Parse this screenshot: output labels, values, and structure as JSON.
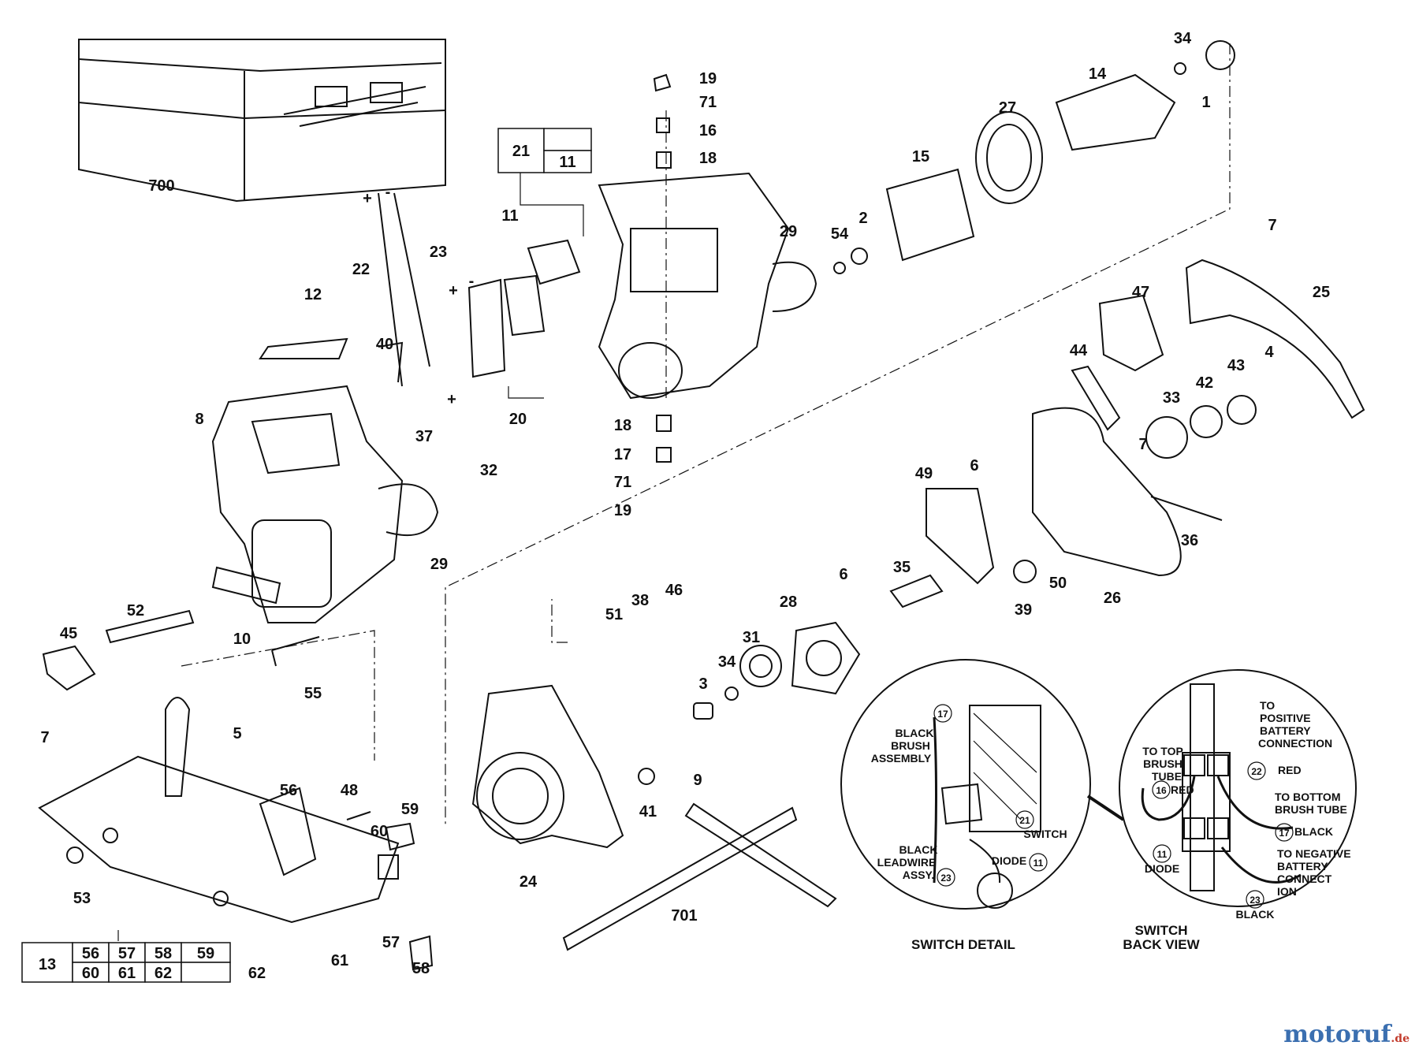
{
  "diagram": {
    "callouts": [
      {
        "id": "c700",
        "text": "700"
      },
      {
        "id": "c21",
        "text": "21"
      },
      {
        "id": "c11a",
        "text": "11"
      },
      {
        "id": "c11b",
        "text": "11"
      },
      {
        "id": "c19a",
        "text": "19"
      },
      {
        "id": "c71a",
        "text": "71"
      },
      {
        "id": "c16",
        "text": "16"
      },
      {
        "id": "c18a",
        "text": "18"
      },
      {
        "id": "c34a",
        "text": "34"
      },
      {
        "id": "c1",
        "text": "1"
      },
      {
        "id": "c14",
        "text": "14"
      },
      {
        "id": "c27",
        "text": "27"
      },
      {
        "id": "c15",
        "text": "15"
      },
      {
        "id": "c2",
        "text": "2"
      },
      {
        "id": "c54",
        "text": "54"
      },
      {
        "id": "c29a",
        "text": "29"
      },
      {
        "id": "c23",
        "text": "23"
      },
      {
        "id": "c22",
        "text": "22"
      },
      {
        "id": "c12",
        "text": "12"
      },
      {
        "id": "c40",
        "text": "40"
      },
      {
        "id": "c37",
        "text": "37"
      },
      {
        "id": "c20",
        "text": "20"
      },
      {
        "id": "c8",
        "text": "8"
      },
      {
        "id": "c32",
        "text": "32"
      },
      {
        "id": "c29b",
        "text": "29"
      },
      {
        "id": "c10",
        "text": "10"
      },
      {
        "id": "c52",
        "text": "52"
      },
      {
        "id": "c45",
        "text": "45"
      },
      {
        "id": "c55",
        "text": "55"
      },
      {
        "id": "c7a",
        "text": "7"
      },
      {
        "id": "c18b",
        "text": "18"
      },
      {
        "id": "c17",
        "text": "17"
      },
      {
        "id": "c71b",
        "text": "71"
      },
      {
        "id": "c19b",
        "text": "19"
      },
      {
        "id": "c7b",
        "text": "7"
      },
      {
        "id": "c25",
        "text": "25"
      },
      {
        "id": "c47",
        "text": "47"
      },
      {
        "id": "c44",
        "text": "44"
      },
      {
        "id": "c33",
        "text": "33"
      },
      {
        "id": "c42",
        "text": "42"
      },
      {
        "id": "c43",
        "text": "43"
      },
      {
        "id": "c4",
        "text": "4"
      },
      {
        "id": "c7c",
        "text": "7"
      },
      {
        "id": "c49",
        "text": "49"
      },
      {
        "id": "c6a",
        "text": "6"
      },
      {
        "id": "c36",
        "text": "36"
      },
      {
        "id": "c26",
        "text": "26"
      },
      {
        "id": "c35",
        "text": "35"
      },
      {
        "id": "c50",
        "text": "50"
      },
      {
        "id": "c39",
        "text": "39"
      },
      {
        "id": "c6b",
        "text": "6"
      },
      {
        "id": "c28",
        "text": "28"
      },
      {
        "id": "c51",
        "text": "51"
      },
      {
        "id": "c38",
        "text": "38"
      },
      {
        "id": "c46",
        "text": "46"
      },
      {
        "id": "c31",
        "text": "31"
      },
      {
        "id": "c34b",
        "text": "34"
      },
      {
        "id": "c3",
        "text": "3"
      },
      {
        "id": "c9",
        "text": "9"
      },
      {
        "id": "c41",
        "text": "41"
      },
      {
        "id": "c24",
        "text": "24"
      },
      {
        "id": "c701",
        "text": "701"
      },
      {
        "id": "c5",
        "text": "5"
      },
      {
        "id": "c56",
        "text": "56"
      },
      {
        "id": "c48",
        "text": "48"
      },
      {
        "id": "c59",
        "text": "59"
      },
      {
        "id": "c60",
        "text": "60"
      },
      {
        "id": "c53",
        "text": "53"
      },
      {
        "id": "c57",
        "text": "57"
      },
      {
        "id": "c58",
        "text": "58"
      },
      {
        "id": "c61",
        "text": "61"
      },
      {
        "id": "c62",
        "text": "62"
      },
      {
        "id": "plus1",
        "text": "+"
      },
      {
        "id": "minus1",
        "text": "-"
      },
      {
        "id": "plus2",
        "text": "+"
      },
      {
        "id": "minus2",
        "text": "-"
      },
      {
        "id": "plus3",
        "text": "+"
      }
    ],
    "kit_table_top": {
      "main": "21",
      "sub": "11"
    },
    "kit_table_bottom": {
      "main": "13",
      "row1": [
        "56",
        "57",
        "58",
        "59"
      ],
      "row2": [
        "60",
        "61",
        "62",
        ""
      ]
    }
  },
  "switch_detail": {
    "title": "SWITCH DETAIL",
    "labels": [
      {
        "id": "sd1",
        "text": "BLACK"
      },
      {
        "id": "sd2",
        "text": "BRUSH"
      },
      {
        "id": "sd3",
        "text": "ASSEMBLY"
      },
      {
        "id": "sd4",
        "text": "SWITCH"
      },
      {
        "id": "sd5",
        "text": "BLACK"
      },
      {
        "id": "sd6",
        "text": "LEADWIRE"
      },
      {
        "id": "sd7",
        "text": "ASSY."
      },
      {
        "id": "sd8",
        "text": "DIODE"
      }
    ],
    "badges": [
      {
        "id": "sb17",
        "text": "17"
      },
      {
        "id": "sb21",
        "text": "21"
      },
      {
        "id": "sb23",
        "text": "23"
      },
      {
        "id": "sb11",
        "text": "11"
      }
    ]
  },
  "switch_back": {
    "title_line1": "SWITCH",
    "title_line2": "BACK VIEW",
    "labels": [
      {
        "id": "bv1",
        "text": "TO"
      },
      {
        "id": "bv2",
        "text": "POSITIVE"
      },
      {
        "id": "bv3",
        "text": "BATTERY"
      },
      {
        "id": "bv4",
        "text": "CONNECTION"
      },
      {
        "id": "bv5",
        "text": "TO TOP"
      },
      {
        "id": "bv6",
        "text": "BRUSH"
      },
      {
        "id": "bv7",
        "text": "TUBE"
      },
      {
        "id": "bv8",
        "text": "RED"
      },
      {
        "id": "bv9",
        "text": "RED"
      },
      {
        "id": "bv10",
        "text": "TO BOTTOM"
      },
      {
        "id": "bv11",
        "text": "BRUSH TUBE"
      },
      {
        "id": "bv12",
        "text": "BLACK"
      },
      {
        "id": "bv13",
        "text": "DIODE"
      },
      {
        "id": "bv14",
        "text": "TO NEGATIVE"
      },
      {
        "id": "bv15",
        "text": "BATTERY"
      },
      {
        "id": "bv16",
        "text": "CONNECT"
      },
      {
        "id": "bv17",
        "text": "ION"
      },
      {
        "id": "bv18",
        "text": "BLACK"
      }
    ],
    "badges": [
      {
        "id": "bb22",
        "text": "22"
      },
      {
        "id": "bb16",
        "text": "16"
      },
      {
        "id": "bb17",
        "text": "17"
      },
      {
        "id": "bb11",
        "text": "11"
      },
      {
        "id": "bb23",
        "text": "23"
      }
    ]
  },
  "watermark": {
    "brand": "motoruf",
    "tld": ".de"
  },
  "colors": {
    "ink": "#111111",
    "paper": "#ffffff",
    "brand": "#3b6fb0",
    "brand_accent": "#c23a2b"
  }
}
